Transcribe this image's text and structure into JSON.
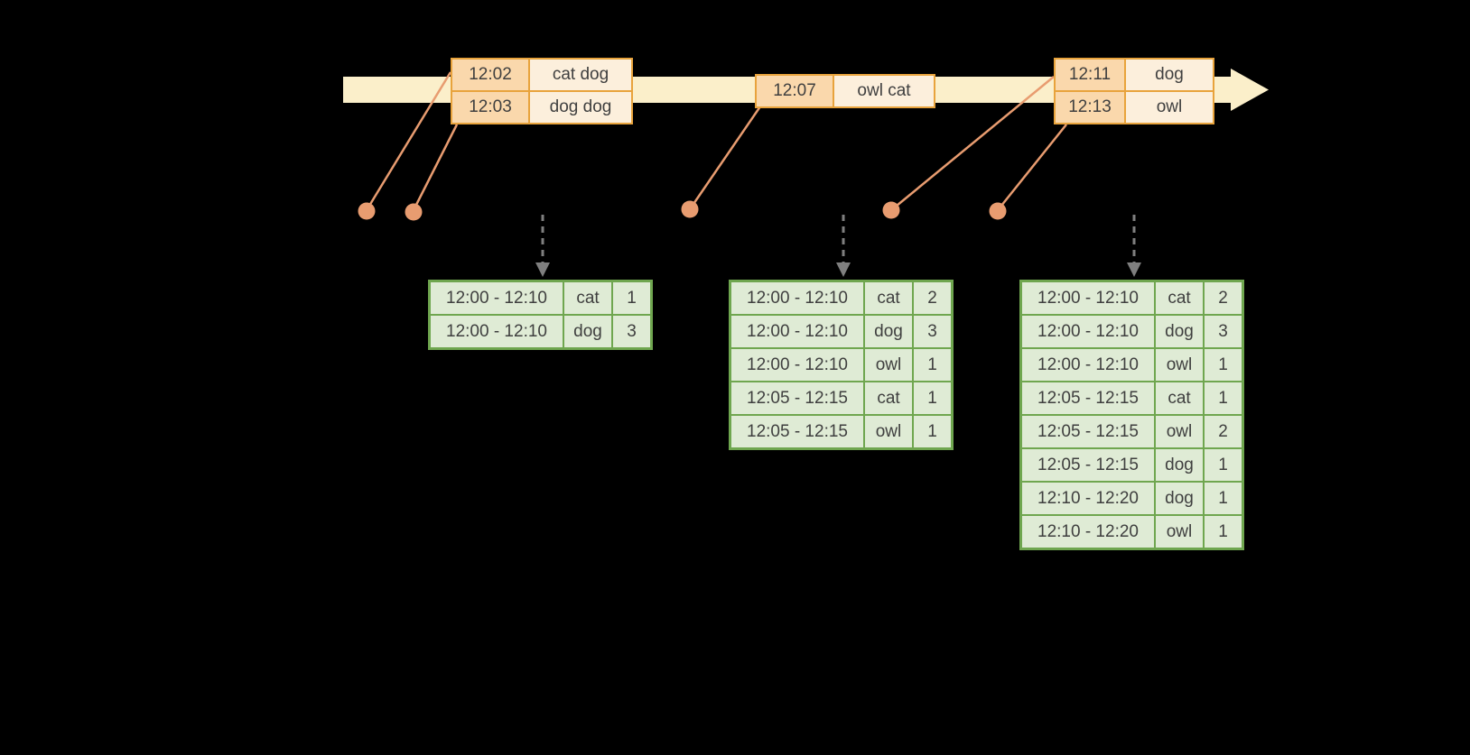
{
  "colors": {
    "background": "#000000",
    "timeline_fill": "#FBEFCA",
    "event_border": "#E8A33C",
    "event_time_fill": "#FAD8AC",
    "event_words_fill": "#FCEFDC",
    "dot_and_line": "#E89C70",
    "trigger_arrow": "#7F7F7F",
    "result_border": "#6FA64F",
    "result_cell_fill": "#DFEBD5",
    "text": "#3F3F3F"
  },
  "event_tables": [
    {
      "rows": [
        {
          "time": "12:02",
          "words": "cat dog"
        },
        {
          "time": "12:03",
          "words": "dog dog"
        }
      ]
    },
    {
      "rows": [
        {
          "time": "12:07",
          "words": "owl cat"
        }
      ]
    },
    {
      "rows": [
        {
          "time": "12:11",
          "words": "dog"
        },
        {
          "time": "12:13",
          "words": "owl"
        }
      ]
    }
  ],
  "result_tables": [
    {
      "rows": [
        {
          "window": "12:00 - 12:10",
          "word": "cat",
          "count": "1"
        },
        {
          "window": "12:00 - 12:10",
          "word": "dog",
          "count": "3"
        }
      ]
    },
    {
      "rows": [
        {
          "window": "12:00 - 12:10",
          "word": "cat",
          "count": "2"
        },
        {
          "window": "12:00 - 12:10",
          "word": "dog",
          "count": "3"
        },
        {
          "window": "12:00 - 12:10",
          "word": "owl",
          "count": "1"
        },
        {
          "window": "12:05 - 12:15",
          "word": "cat",
          "count": "1"
        },
        {
          "window": "12:05 - 12:15",
          "word": "owl",
          "count": "1"
        }
      ]
    },
    {
      "rows": [
        {
          "window": "12:00 - 12:10",
          "word": "cat",
          "count": "2"
        },
        {
          "window": "12:00 - 12:10",
          "word": "dog",
          "count": "3"
        },
        {
          "window": "12:00 - 12:10",
          "word": "owl",
          "count": "1"
        },
        {
          "window": "12:05 - 12:15",
          "word": "cat",
          "count": "1"
        },
        {
          "window": "12:05 - 12:15",
          "word": "owl",
          "count": "2"
        },
        {
          "window": "12:05 - 12:15",
          "word": "dog",
          "count": "1"
        },
        {
          "window": "12:10 - 12:20",
          "word": "dog",
          "count": "1"
        },
        {
          "window": "12:10 - 12:20",
          "word": "owl",
          "count": "1"
        }
      ]
    }
  ]
}
